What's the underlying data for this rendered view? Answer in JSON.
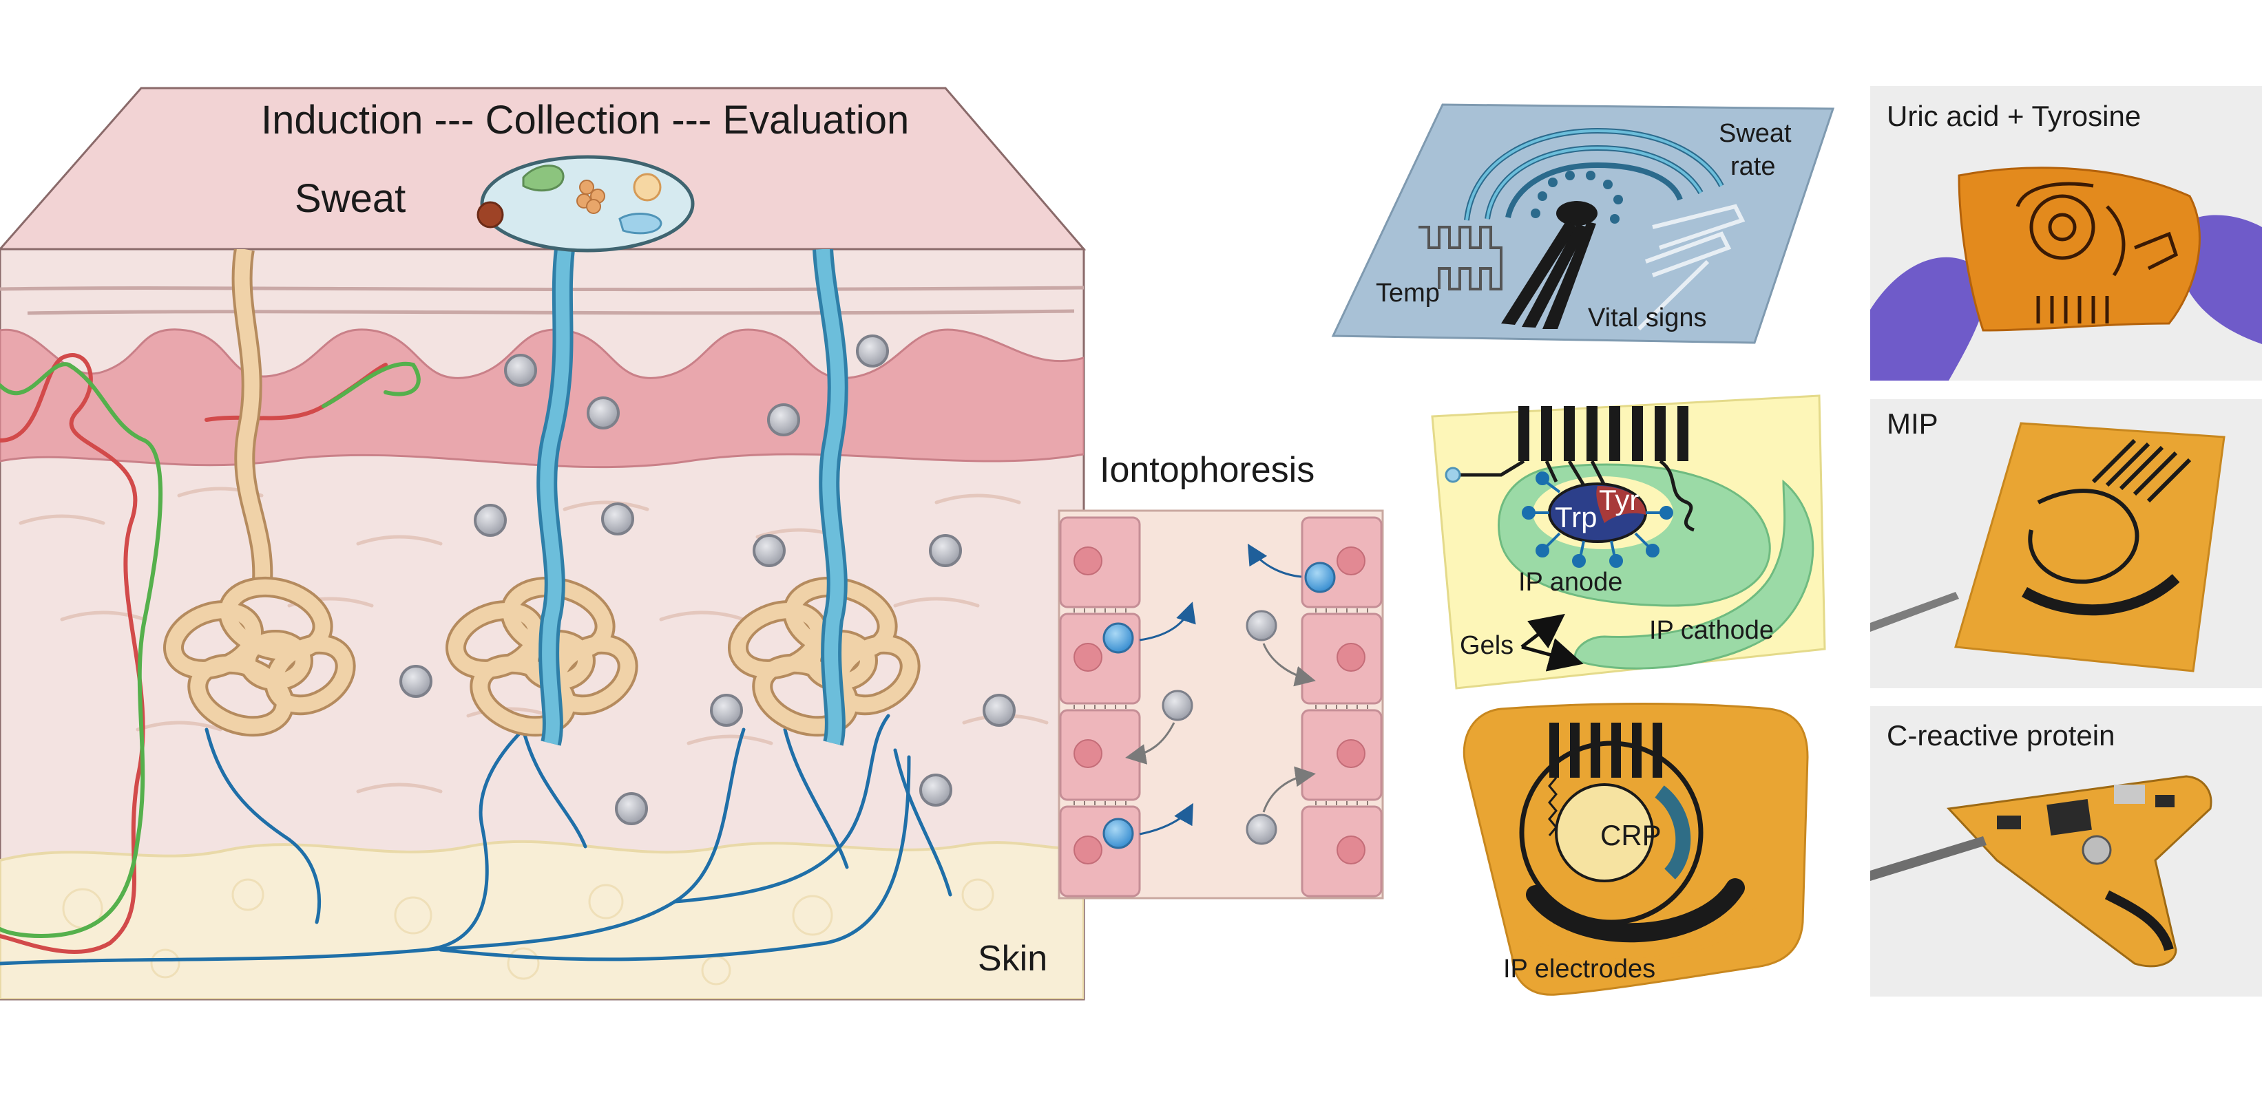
{
  "skin_panel": {
    "banner": "Induction --- Collection --- Evaluation",
    "sweat_label": "Sweat",
    "skin_label": "Skin"
  },
  "iontophoresis": {
    "title": "Iontophoresis"
  },
  "sensor_top": {
    "sweat_rate": [
      "Sweat",
      "rate"
    ],
    "temp": "Temp",
    "vital_signs": "Vital signs"
  },
  "sensor_mid": {
    "tyr": "Tyr",
    "trp": "Trp",
    "ip_anode": "IP anode",
    "ip_cathode": "IP cathode",
    "gels": "Gels"
  },
  "sensor_bottom": {
    "crp": "CRP",
    "ip_electrodes": "IP electrodes"
  },
  "photos": {
    "uric": "Uric acid + Tyrosine",
    "mip": "MIP",
    "crp": "C-reactive protein"
  },
  "colors": {
    "skin_top": "#f2d3d4",
    "epidermis": "#e9a7ad",
    "dermis": "#f3e3e1",
    "fat": "#f8eed6",
    "duct_blue": "#6cbedb",
    "gland": "#f0d2a8",
    "nerve": "#1f6fa8",
    "polyimide": "#e9a533",
    "gel_green": "#8fd3a0"
  }
}
